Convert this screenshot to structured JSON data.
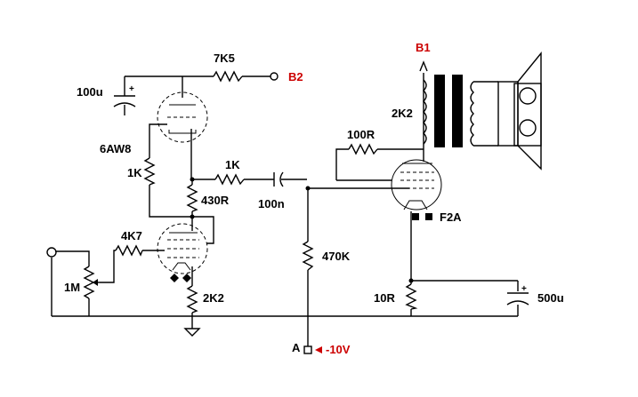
{
  "labels": {
    "c_100u": "100u",
    "r_7k5": "7K5",
    "b2": "B2",
    "tube_6aw8": "6AW8",
    "r_1k_left": "1K",
    "r_1k_top": "1K",
    "r_430r": "430R",
    "c_100n": "100n",
    "r_4k7": "4K7",
    "pot_1m": "1M",
    "r_2k2_bottom": "2K2",
    "r_470k": "470K",
    "point_a": "A",
    "neg_10v": "-10V",
    "b1": "B1",
    "xfmr_2k2": "2K2",
    "r_100r": "100R",
    "tube_f2a": "F2A",
    "r_10r": "10R",
    "c_500u": "500u"
  },
  "colors": {
    "wire": "#000000",
    "highlight": "#cc0000"
  }
}
